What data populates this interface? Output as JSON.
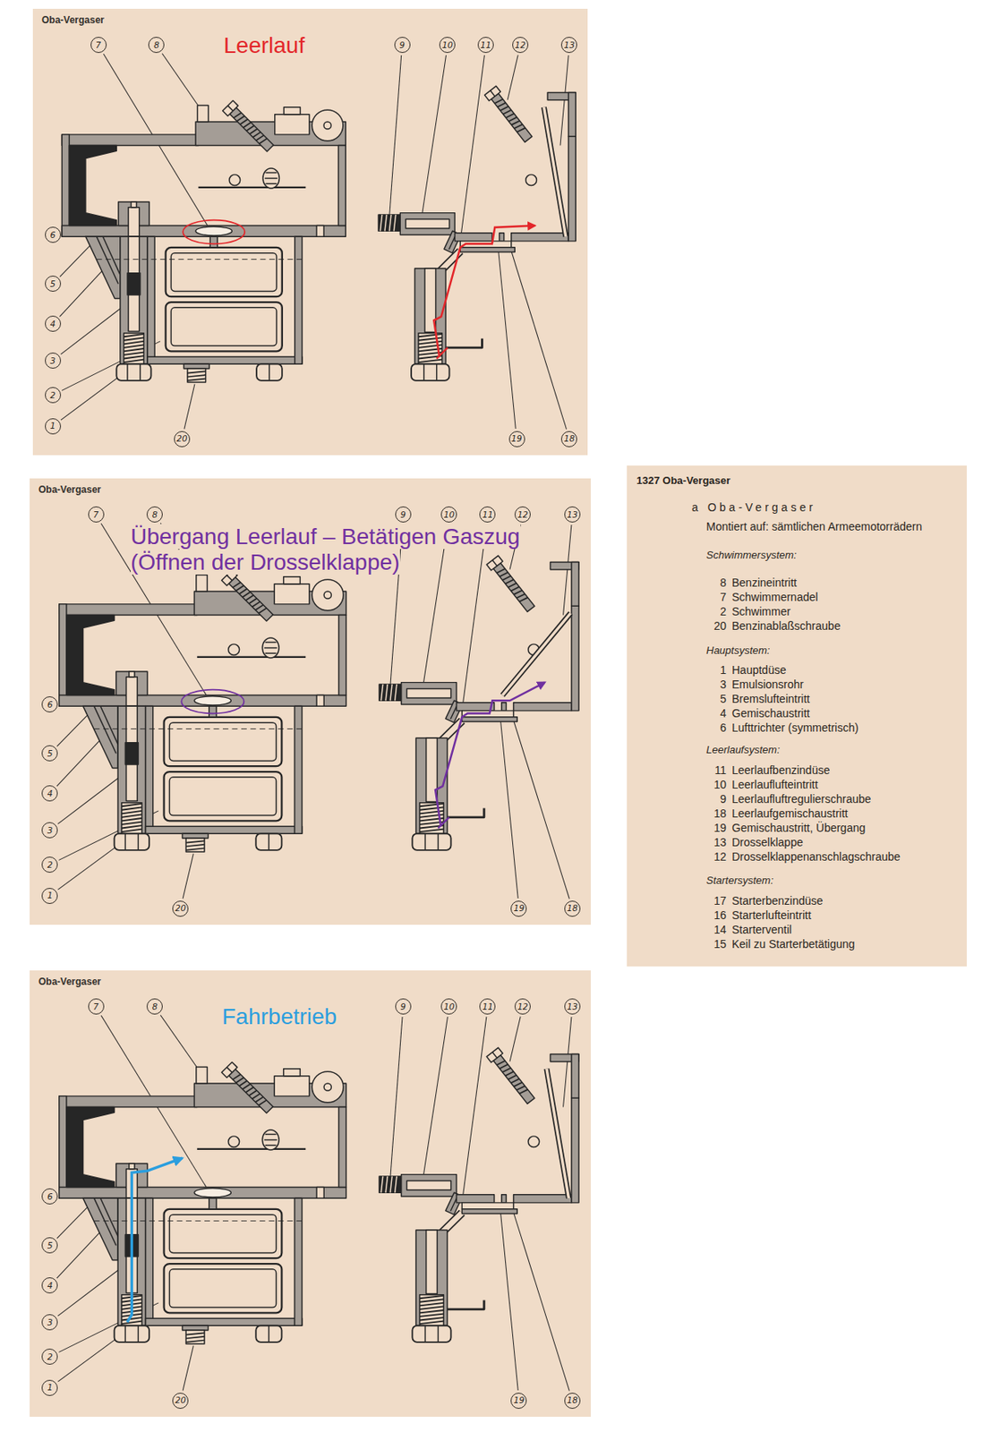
{
  "diagram": {
    "nodes": [
      {
        "text": [
          "Oba-Vergaser",
          "Leerlauf"
        ]
      },
      {
        "text": [
          "Oba-Vergaser",
          "Übergang Leerlauf – Betätigen Gaszug (Öffnen der Drosselklappe)"
        ]
      },
      {
        "text": [
          "Oba-Vergaser",
          "Fahrbetrieb"
        ]
      },
      {
        "text": [
          "1327 Oba-Vergaser",
          "a Oba-Vergaser",
          "Montiert auf: sämtlichen Armeemotorrädern",
          "Schwimmersystem:",
          "8",
          "Benzineintritt",
          "7",
          "Schwimmernadel",
          "2",
          "Schwimmer",
          "20",
          "Benzinablaßschraube",
          "Hauptsystem:",
          "1",
          "Hauptdüse",
          "3",
          "Emulsionsrohr",
          "5",
          "Bremslufteintritt",
          "4",
          "Gemischaustritt",
          "6",
          "Lufttrichter (symmetrisch)",
          "Leerlaufsystem:",
          "11",
          "Leerlaufbenzindüse",
          "10",
          "Leerlauflufteintritt",
          "9",
          "Leerlaufluftregulierschraube",
          "18",
          "Leerlaufgemischaustritt",
          "19",
          "Gemischaustritt, Übergang",
          "13",
          "Drosselklappe",
          "12",
          "Drosselklappenanschlagschraube",
          "Startersystem:",
          "17",
          "Starterbenzindüse",
          "16",
          "Starterlufteintritt",
          "14",
          "Starterventil",
          "15",
          "Keil zu Starterbetätigung"
        ]
      }
    ],
    "labels": [
      "7",
      "8",
      "9",
      "10",
      "11",
      "12",
      "13",
      "6",
      "5",
      "4",
      "3",
      "2",
      "1",
      "20",
      "19",
      "18",
      "7",
      "8",
      "9",
      "10",
      "11",
      "12",
      "13",
      "6",
      "5",
      "4",
      "3",
      "2",
      "1",
      "20",
      "19",
      "18",
      "7",
      "8",
      "9",
      "10",
      "11",
      "12",
      "13",
      "6",
      "5",
      "4",
      "3",
      "2",
      "1",
      "20",
      "19",
      "18"
    ]
  }
}
